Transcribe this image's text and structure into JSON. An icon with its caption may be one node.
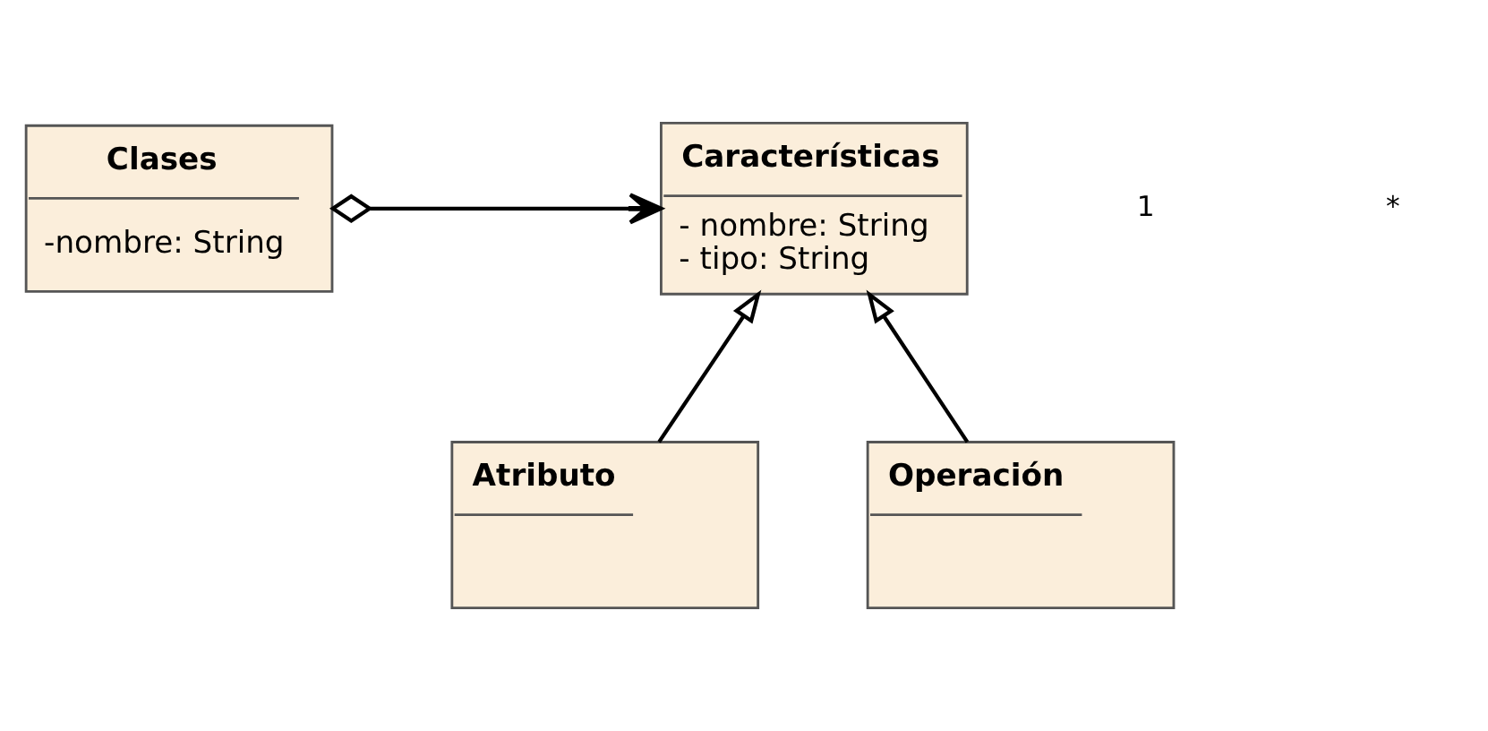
{
  "diagram": {
    "nodes": [
      {
        "text": [
          "Clases",
          "-nombre: String"
        ]
      },
      {
        "text": [
          "Características",
          "- nombre: String",
          "- tipo: String"
        ]
      },
      {
        "text": [
          "Atributo"
        ]
      },
      {
        "text": [
          "Operación"
        ]
      }
    ],
    "edges": [
      {
        "from": 0,
        "to": 1,
        "arrow": "to"
      },
      {
        "from": 2,
        "to": 1,
        "arrow": "to"
      },
      {
        "from": 3,
        "to": 1,
        "arrow": "to"
      }
    ],
    "labels": [
      "1",
      "*"
    ]
  }
}
